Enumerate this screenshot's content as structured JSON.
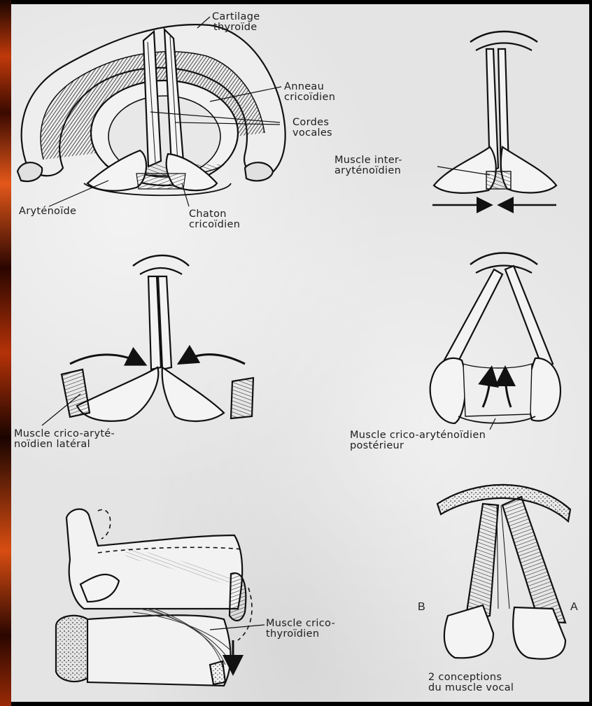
{
  "labels": {
    "cartilage_thyroide_l1": "Cartilage",
    "cartilage_thyroide_l2": "thyroïde",
    "anneau_cricoidien_l1": "Anneau",
    "anneau_cricoidien_l2": "cricoïdien",
    "cordes_vocales_l1": "Cordes",
    "cordes_vocales_l2": "vocales",
    "arytenoide": "Aryténoïde",
    "chaton_cricoidien_l1": "Chaton",
    "chaton_cricoidien_l2": "cricoïdien",
    "muscle_inter_l1": "Muscle inter-",
    "muscle_inter_l2": "aryténoïdien",
    "crico_lateral_l1": "Muscle crico-aryté-",
    "crico_lateral_l2": "noïdien latéral",
    "crico_posterieur_l1": "Muscle crico-aryténoïdien",
    "crico_posterieur_l2": "postérieur",
    "crico_thyroidien_l1": "Muscle crico-",
    "crico_thyroidien_l2": "thyroïdien",
    "letter_b": "B",
    "letter_a": "A",
    "conceptions_l1": "2 conceptions",
    "conceptions_l2": "du muscle vocal"
  },
  "colors": {
    "paper": "#e4e4e4",
    "ink": "#1d1d1d",
    "frame": "#000000",
    "ember": "#e4571a"
  }
}
